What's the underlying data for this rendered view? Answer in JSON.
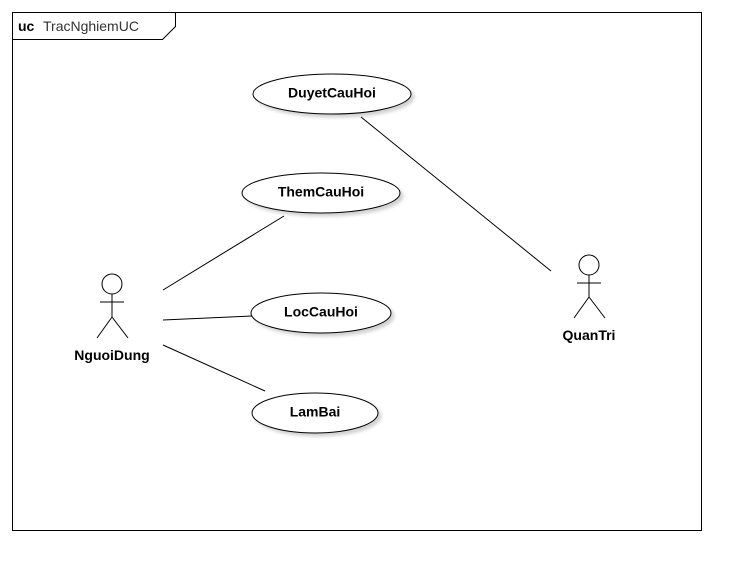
{
  "frame": {
    "keyword": "uc",
    "name": "TracNghiemUC"
  },
  "actors": {
    "nguoi_dung": "NguoiDung",
    "quan_tri": "QuanTri"
  },
  "use_cases": {
    "duyet_cau_hoi": "DuyetCauHoi",
    "them_cau_hoi": "ThemCauHoi",
    "loc_cau_hoi": "LocCauHoi",
    "lam_bai": "LamBai"
  }
}
